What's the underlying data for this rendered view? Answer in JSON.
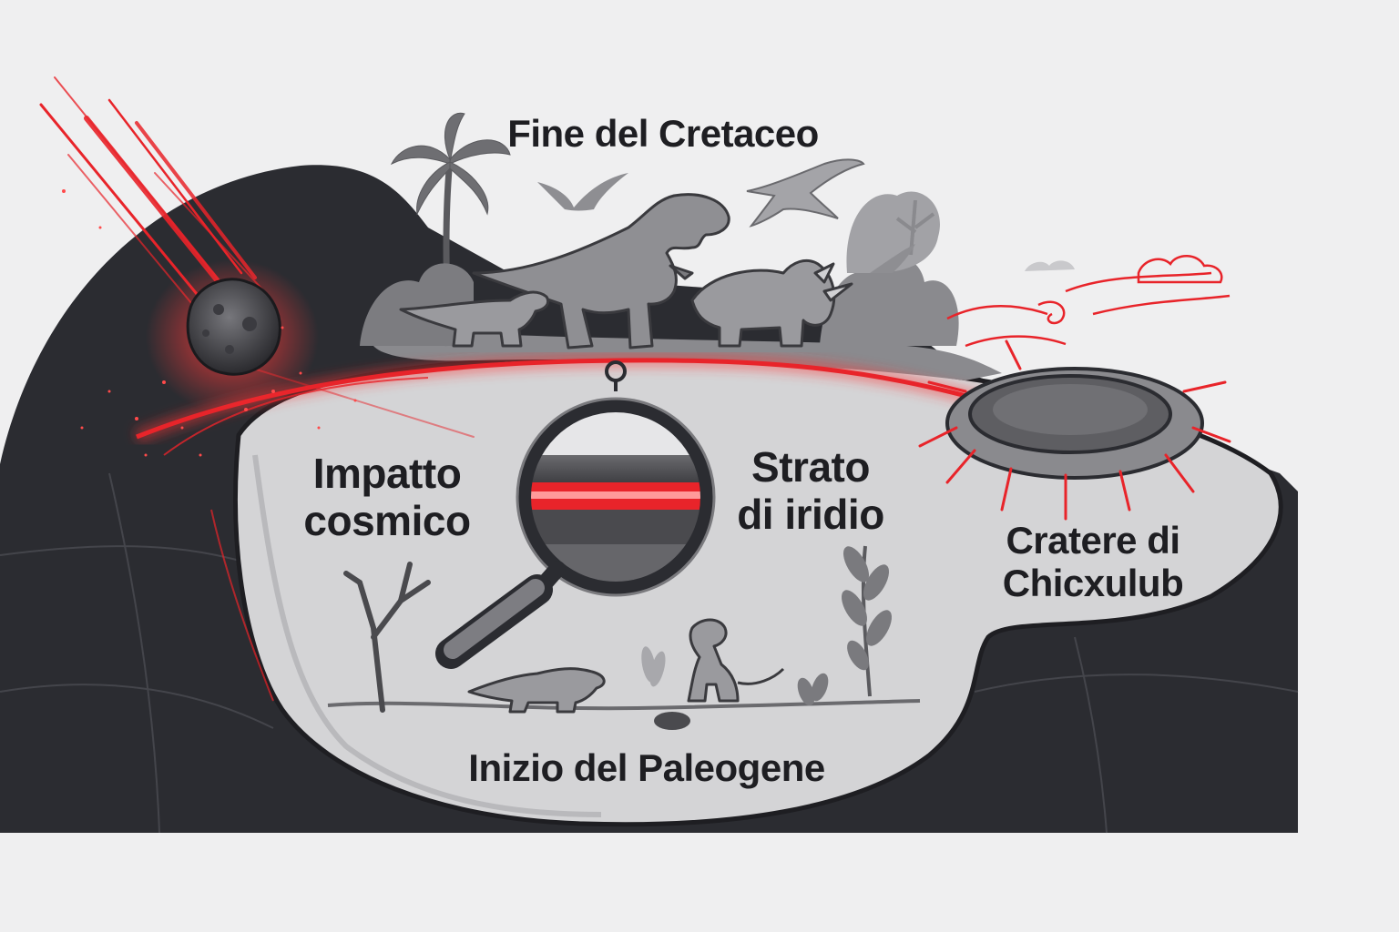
{
  "labels": {
    "top": "Fine del Cretaceo",
    "impact": [
      "Impatto",
      "cosmico"
    ],
    "iridium": [
      "Strato",
      "di iridio"
    ],
    "crater": [
      "Cratere di",
      "Chicxulub"
    ],
    "bottom": "Inizio del Paleogene"
  },
  "icons": [
    "asteroid-icon",
    "magnifying-glass-icon",
    "crater-icon",
    "t-rex-icon",
    "triceratops-icon",
    "pterosaur-icon",
    "palm-tree-icon",
    "mammal-icon",
    "fern-icon",
    "dead-tree-icon",
    "cloud-icon"
  ],
  "colors": {
    "accent_red": "#e8242a",
    "dark_earth": "#2b2c31",
    "layer_gray": "#d4d4d6",
    "background": "#efeff0"
  }
}
